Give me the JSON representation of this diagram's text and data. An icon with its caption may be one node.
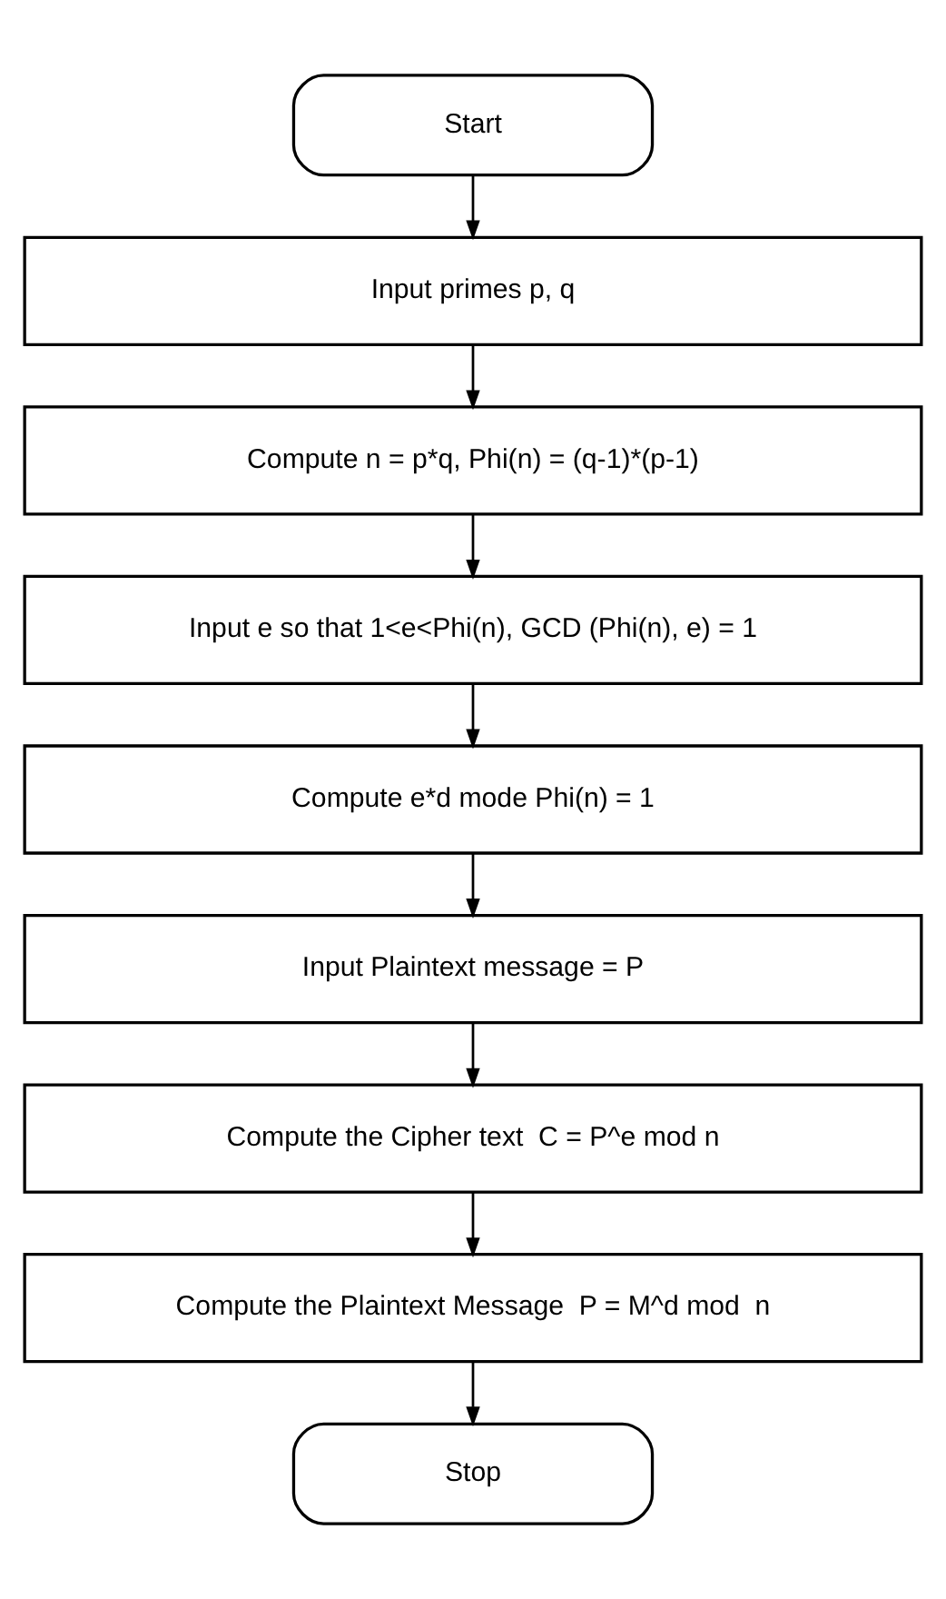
{
  "diagram": {
    "nodes": [
      {
        "text": [
          "Start"
        ]
      },
      {
        "text": [
          "Input primes p, q"
        ]
      },
      {
        "text": [
          "Compute n = p*q, Phi(n) = (q-1)*(p-1)"
        ]
      },
      {
        "text": [
          "Input e so that 1<e<Phi(n), GCD (Phi(n), e) = 1"
        ]
      },
      {
        "text": [
          "Compute e*d mode Phi(n) = 1"
        ]
      },
      {
        "text": [
          "Input Plaintext message = P"
        ]
      },
      {
        "text": [
          "Compute the Cipher text  C = P^e mod n"
        ]
      },
      {
        "text": [
          "Compute the Plaintext Message  P = M^d mod  n"
        ]
      },
      {
        "text": [
          "Stop"
        ]
      }
    ],
    "edges": [
      {
        "from": 0,
        "to": 1,
        "arrow": "to"
      },
      {
        "from": 1,
        "to": 2,
        "arrow": "to"
      },
      {
        "from": 2,
        "to": 3,
        "arrow": "to"
      },
      {
        "from": 3,
        "to": 4,
        "arrow": "to"
      },
      {
        "from": 4,
        "to": 5,
        "arrow": "to"
      },
      {
        "from": 5,
        "to": 6,
        "arrow": "to"
      },
      {
        "from": 6,
        "to": 7,
        "arrow": "to"
      },
      {
        "from": 7,
        "to": 8,
        "arrow": "to"
      }
    ]
  }
}
